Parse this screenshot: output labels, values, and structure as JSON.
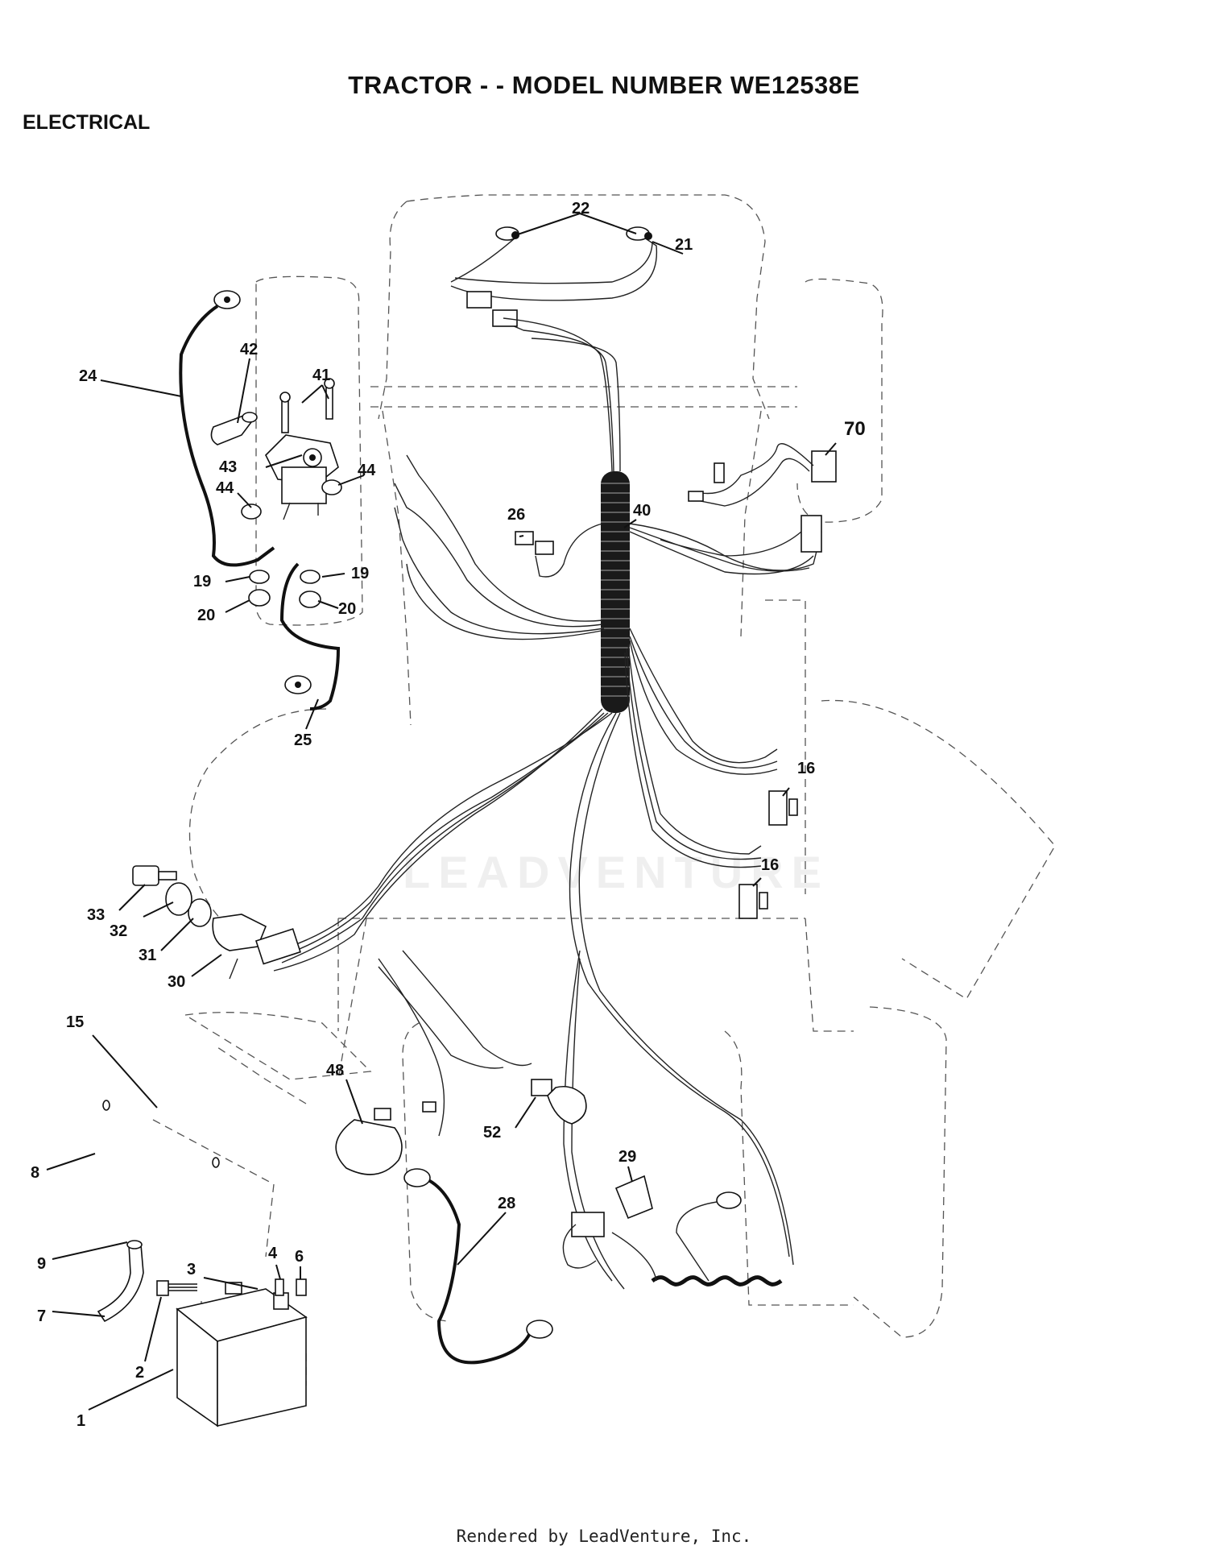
{
  "header": {
    "title": "TRACTOR - - MODEL NUMBER WE12538E",
    "section": "ELECTRICAL"
  },
  "watermark": "LEADVENTURE",
  "footer": "Rendered by LeadVenture, Inc.",
  "callouts": {
    "c1": "1",
    "c2": "2",
    "c3": "3",
    "c4": "4",
    "c6": "6",
    "c7": "7",
    "c8": "8",
    "c9": "9",
    "c15": "15",
    "c16a": "16",
    "c16b": "16",
    "c19a": "19",
    "c19b": "19",
    "c20a": "20",
    "c20b": "20",
    "c21": "21",
    "c22": "22",
    "c24": "24",
    "c25": "25",
    "c26": "26",
    "c28": "28",
    "c29": "29",
    "c30": "30",
    "c31": "31",
    "c32": "32",
    "c33": "33",
    "c40": "40",
    "c41": "41",
    "c42": "42",
    "c43": "43",
    "c44a": "44",
    "c44b": "44",
    "c48": "48",
    "c52": "52",
    "c70": "70"
  }
}
